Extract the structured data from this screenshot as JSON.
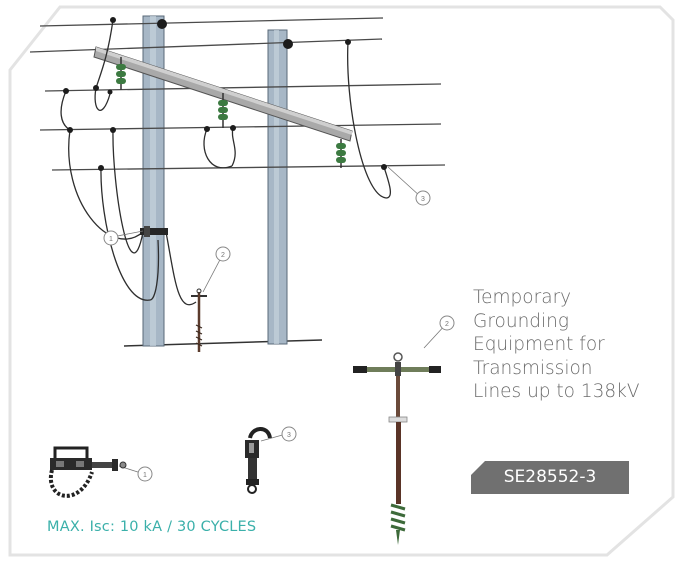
{
  "description_lines": [
    "Temporary",
    "Grounding",
    "Equipment for",
    "Transmission",
    "Lines up to 138kV"
  ],
  "product_code": "SE28552-3",
  "rating": "MAX. Isc: 10 kA / 30 CYCLES",
  "callouts": [
    "1",
    "2",
    "3",
    "1",
    "3",
    "2"
  ],
  "colors": {
    "frame": "#e3e3e3",
    "pole": "#a7b7c6",
    "insulator": "#3c7a41",
    "tag": "#707070",
    "rating_text": "#3bb0aa",
    "description_text": "#6b6b6b"
  }
}
